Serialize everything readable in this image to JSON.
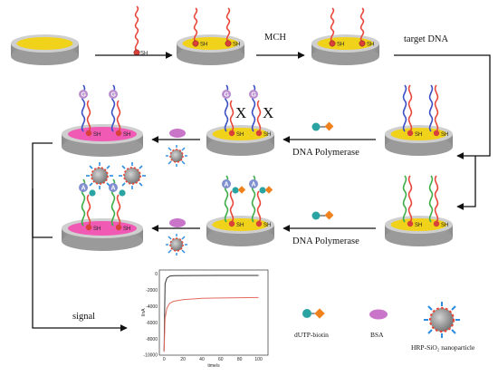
{
  "labels": {
    "sh": "SH",
    "mch": "MCH",
    "target_dna": "target DNA",
    "dna_polymerase": "DNA Polymerase",
    "signal": "signal",
    "nucleotide_g": "G",
    "nucleotide_a": "A",
    "blocked_mark": "X"
  },
  "legend": {
    "dutp": "dUTP-biotin",
    "bsa": "BSA",
    "hrp": "HRP-SiO₂ nanoparticle"
  },
  "chart_data": {
    "type": "line",
    "xlabel": "time/s",
    "ylabel": "I/nA",
    "xlim": [
      -5,
      110
    ],
    "ylim": [
      -10000,
      500
    ],
    "xticks": [
      "0",
      "20",
      "40",
      "60",
      "80",
      "100"
    ],
    "yticks": [
      "0",
      "-2000",
      "-4000",
      "-6000",
      "-8000",
      "-10000"
    ],
    "series": [
      {
        "color": "#333333",
        "x": [
          0,
          1,
          3,
          6,
          10,
          30,
          60,
          100
        ],
        "y": [
          -9500,
          -1200,
          -500,
          -250,
          -200,
          -180,
          -170,
          -165
        ]
      },
      {
        "color": "#e36a5f",
        "x": [
          0,
          1,
          3,
          6,
          10,
          20,
          40,
          60,
          100
        ],
        "y": [
          -9600,
          -5500,
          -4200,
          -3600,
          -3350,
          -3150,
          -3000,
          -2950,
          -2900
        ]
      }
    ]
  },
  "colors": {
    "disk_gold": "#f1d21a",
    "disk_pink": "#f05ab4",
    "disk_rim": "#a9a9a9",
    "ss_probe": "#e8483a",
    "green_strand": "#3fae49",
    "blue_strand": "#3a4fc4",
    "sh_dot": "#d8403a",
    "g_bead": "#b98fce",
    "a_bead": "#7f8fd0",
    "bsa": "#c975c9",
    "dutp_bead": "#2aa4a2",
    "biotin": "#f0821e",
    "hrp_spike": "#2a8ddf",
    "hrp_core": "#8f8f8f",
    "arrow": "#111111"
  }
}
